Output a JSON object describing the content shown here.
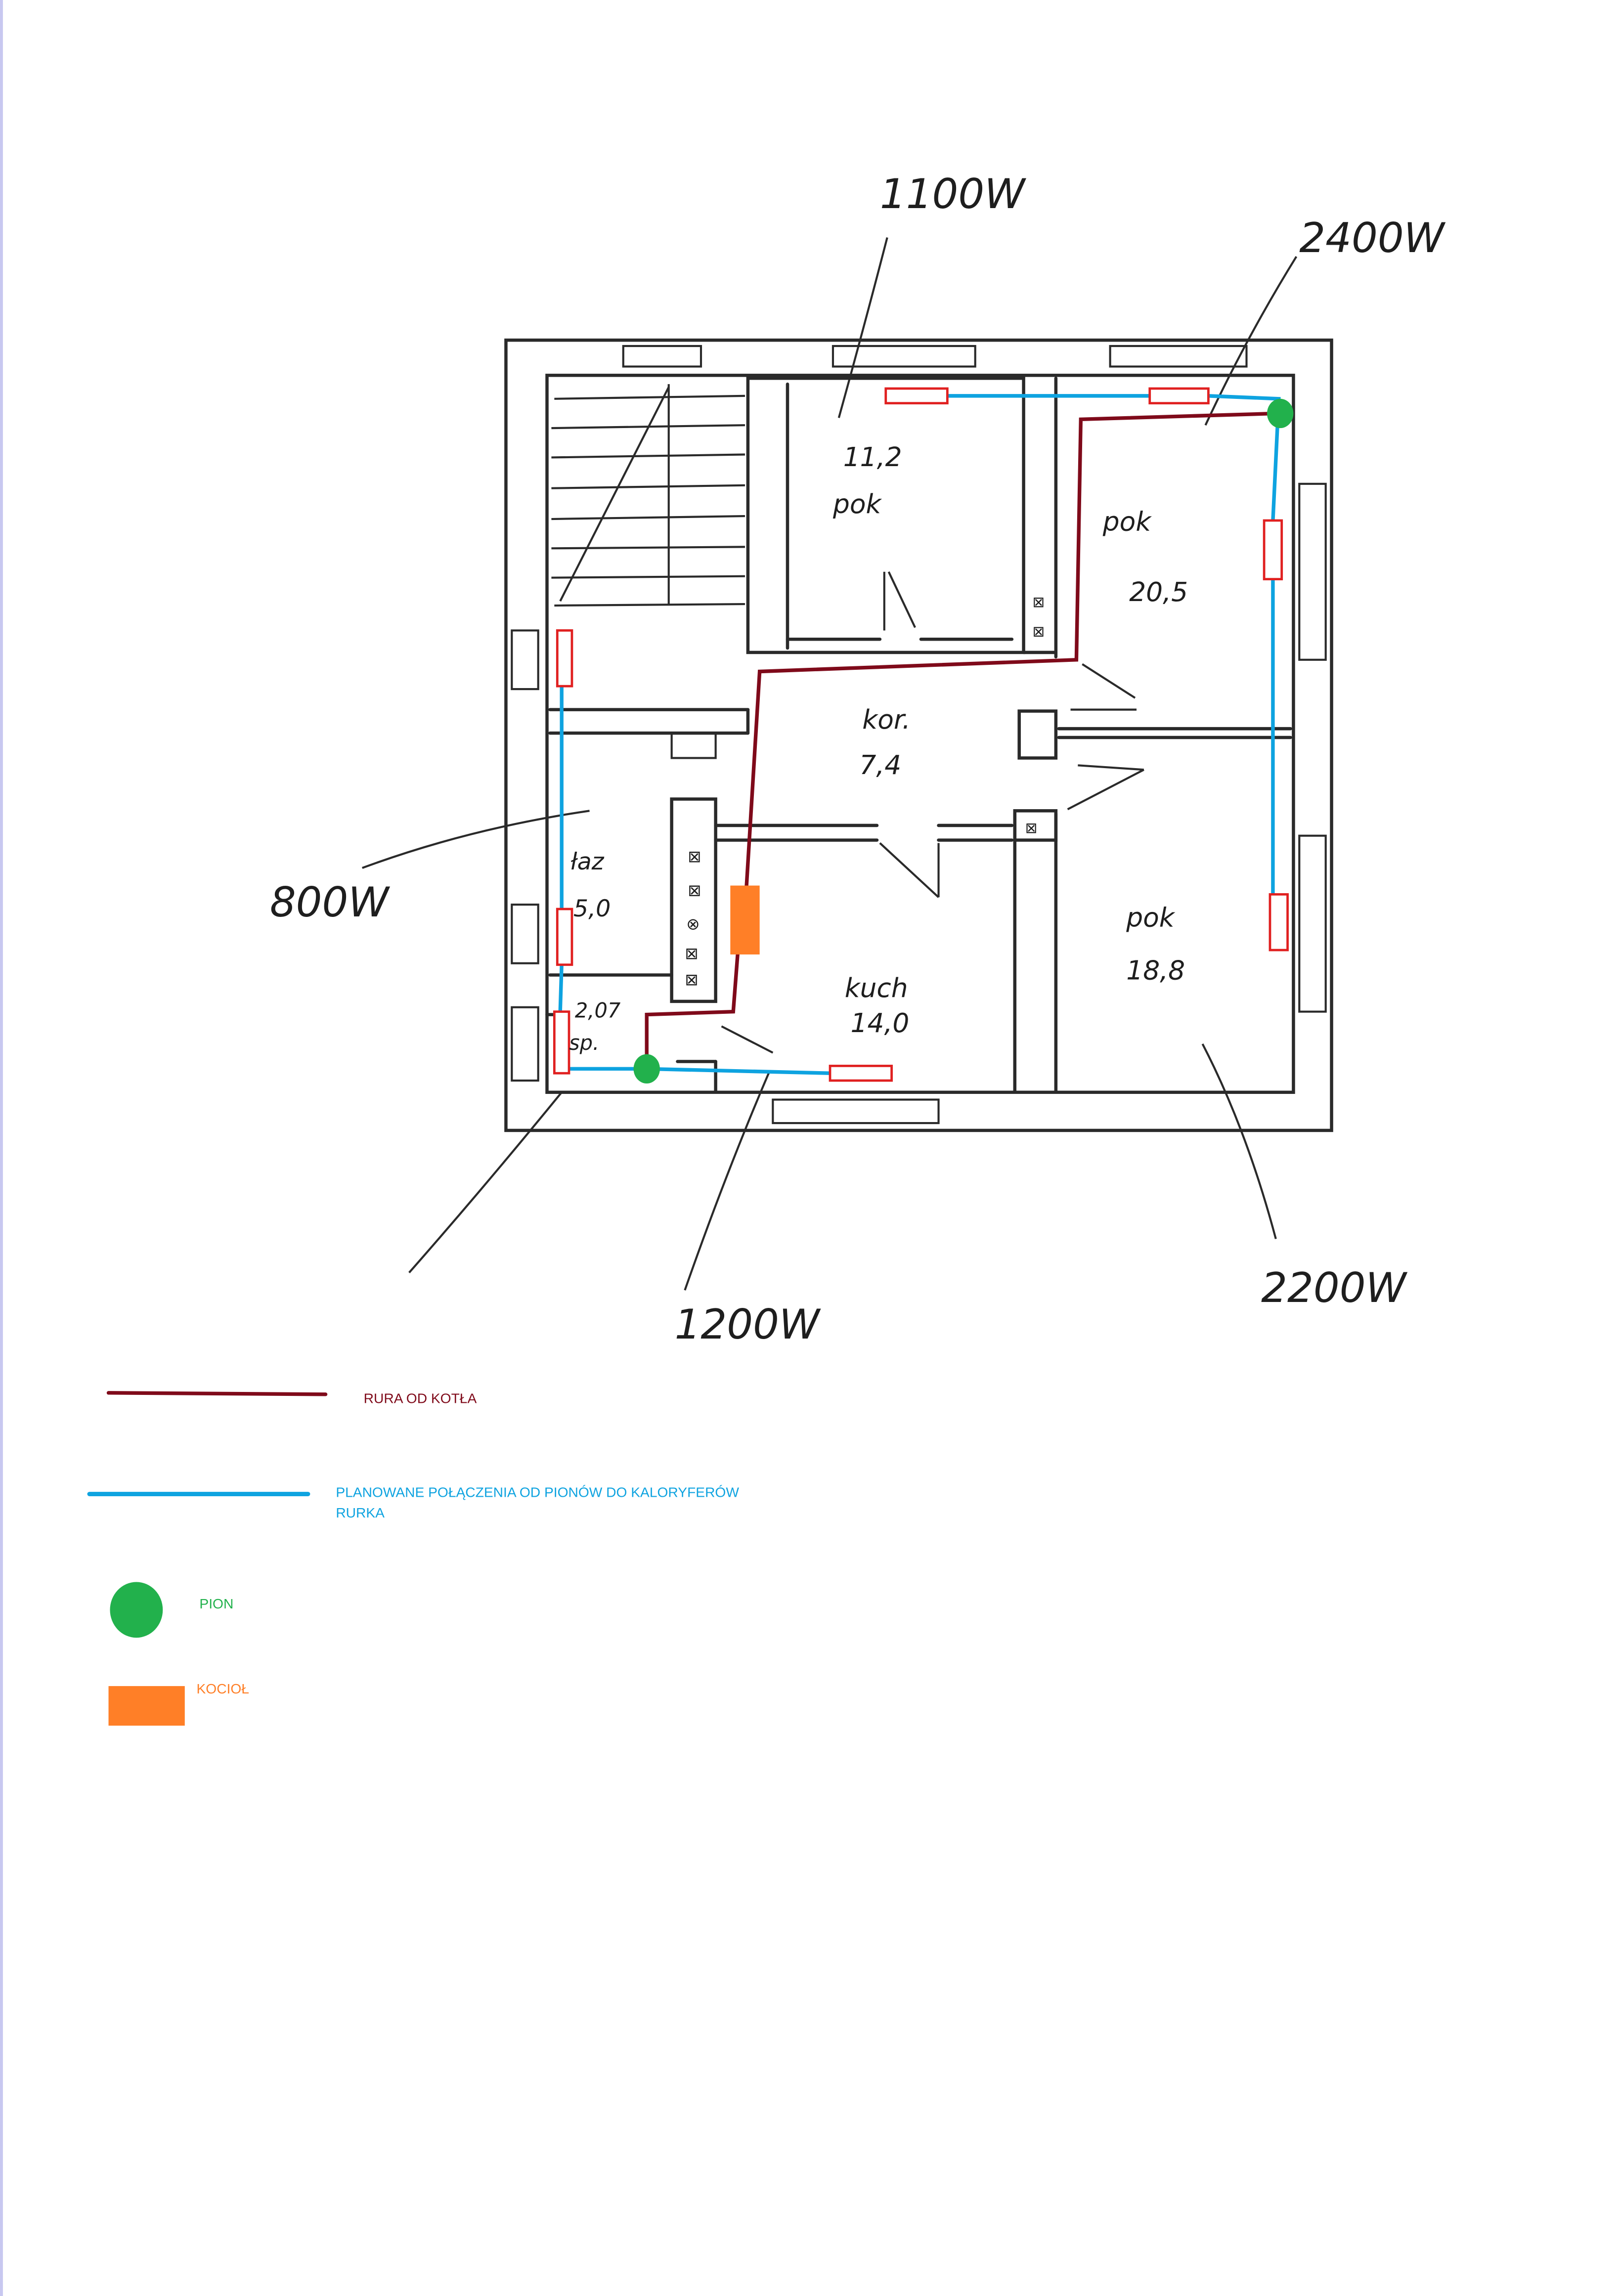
{
  "colors": {
    "boiler_pipe": "#7f0a1a",
    "planned_pipe": "#0ea3e0",
    "riser": "#22b14c",
    "boiler": "#ff7f27",
    "radiator": "#e02020",
    "ink": "#2a2a2a"
  },
  "power_labels": {
    "room_11_2": "1100W",
    "room_20_5": "2400W",
    "bathroom": "800W",
    "kitchen": "1200W",
    "room_18_8": "2200W"
  },
  "rooms": {
    "room_top": {
      "name": "pok",
      "area": "11,2"
    },
    "room_right_top": {
      "name": "pok",
      "area": "20,5"
    },
    "corridor": {
      "name": "kor.",
      "area": "7,4"
    },
    "bathroom": {
      "name": "łaz",
      "area": "5,0"
    },
    "pantry": {
      "area": "2,07",
      "name": "sp."
    },
    "kitchen": {
      "name": "kuch",
      "area": "14,0"
    },
    "room_right_bottom": {
      "name": "pok",
      "area": "18,8"
    }
  },
  "legend": {
    "boiler_pipe": "RURA OD KOTŁA",
    "planned_line1": "PLANOWANE POŁĄCZENIA OD PIONÓW DO KALORYFERÓW",
    "planned_line2": "RURKA",
    "riser": "PION",
    "boiler": "KOCIOŁ"
  }
}
